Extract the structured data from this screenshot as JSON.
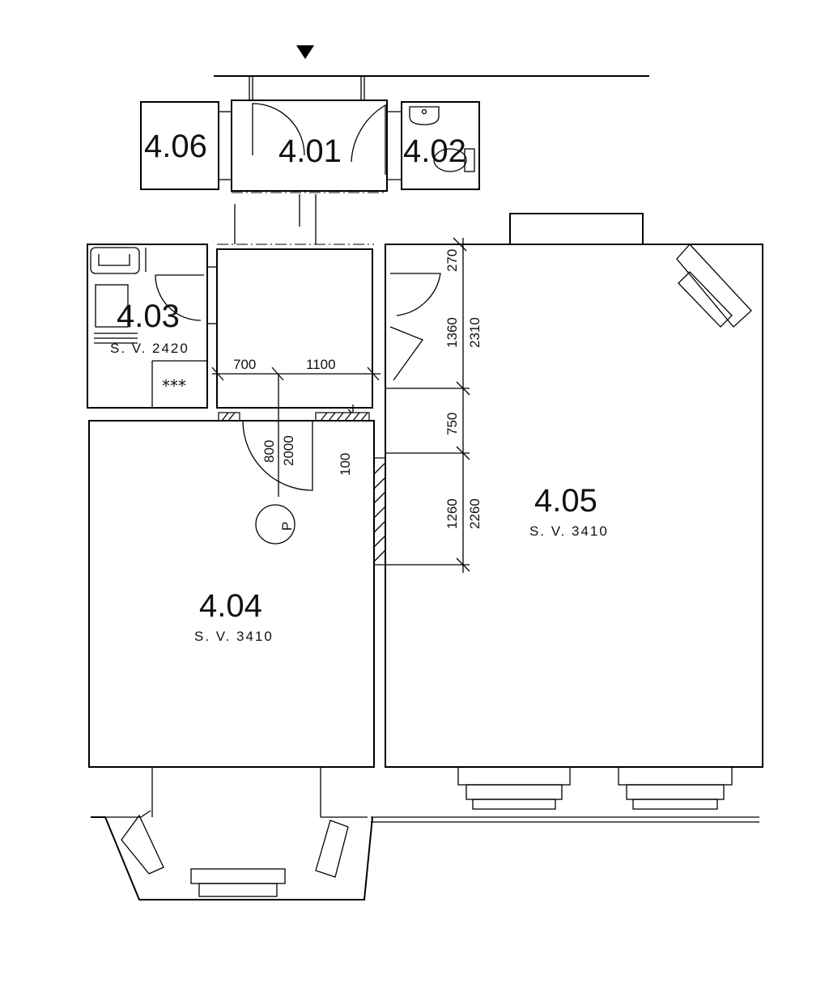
{
  "rooms": {
    "r401": {
      "number": "4.01"
    },
    "r402": {
      "number": "4.02"
    },
    "r403": {
      "number": "4.03",
      "height": "S. V. 2420"
    },
    "r404": {
      "number": "4.04",
      "height": "S. V. 3410"
    },
    "r405": {
      "number": "4.05",
      "height": "S. V. 3410"
    },
    "r406": {
      "number": "4.06"
    }
  },
  "dimensions": {
    "d700": "700",
    "d1100": "1100",
    "d800": "800",
    "d2000": "2000",
    "d100": "100",
    "d270": "270",
    "d1360": "1360",
    "d2310": "2310",
    "d750": "750",
    "d1260": "1260",
    "d2260": "2260"
  },
  "symbols": {
    "parking_label": "P",
    "cooktop_marks": "***"
  },
  "icons": {
    "entrance_marker": "entrance-arrow-icon",
    "toilet": "toilet-icon",
    "washbasin": "washbasin-icon",
    "sink": "sink-icon",
    "bathtub": "bathtub-icon"
  },
  "colors": {
    "line": "#000000",
    "background": "#ffffff"
  }
}
